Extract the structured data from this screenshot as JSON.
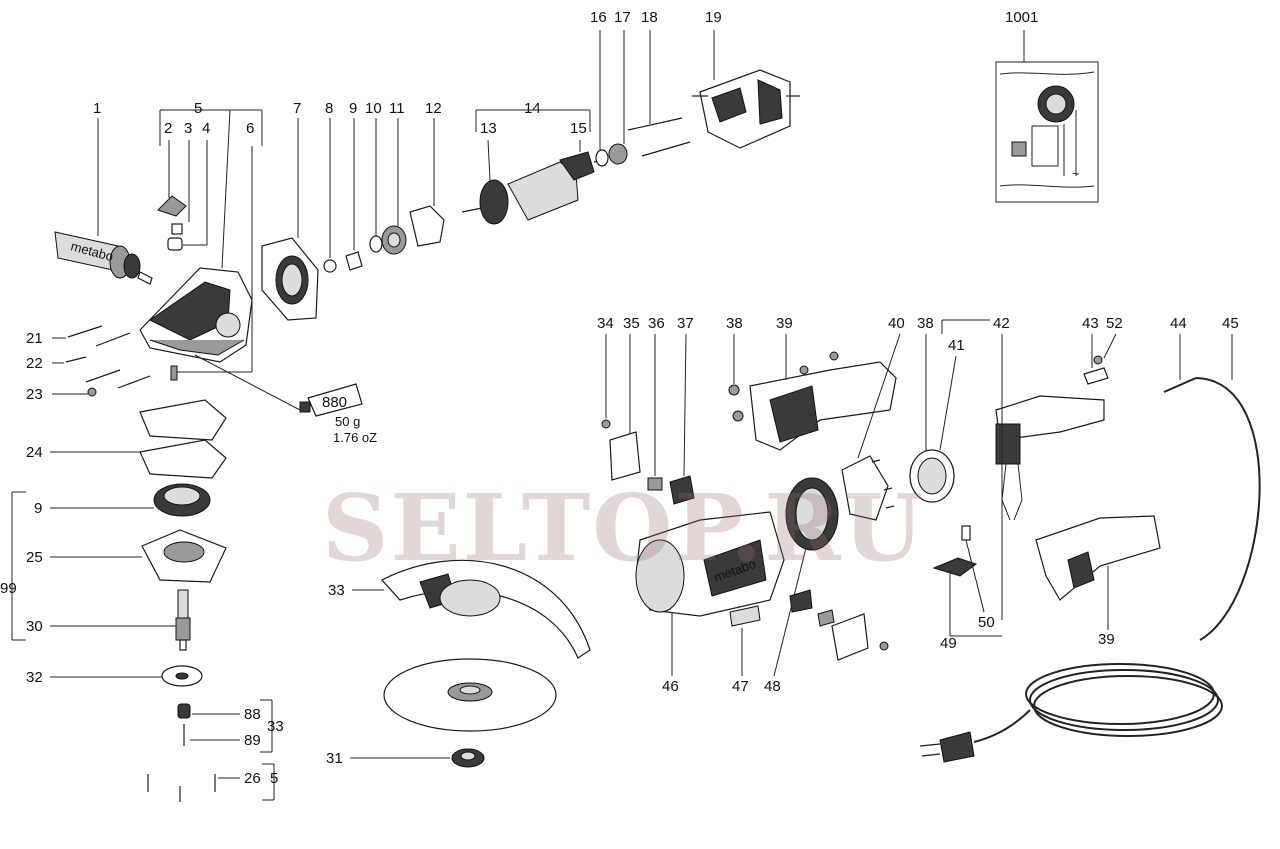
{
  "callouts": {
    "c1": "1",
    "c2": "2",
    "c3": "3",
    "c4": "4",
    "c5": "5",
    "c6": "6",
    "c7": "7",
    "c8": "8",
    "c9a": "9",
    "c10": "10",
    "c11": "11",
    "c12": "12",
    "c13": "13",
    "c14": "14",
    "c15": "15",
    "c16": "16",
    "c17": "17",
    "c18": "18",
    "c19": "19",
    "c1001": "1001",
    "c21": "21",
    "c22": "22",
    "c23": "23",
    "c24": "24",
    "c9b": "9",
    "c25": "25",
    "c30": "30",
    "c99": "99",
    "c32": "32",
    "c88": "88",
    "c33a": "33",
    "c89": "89",
    "c26": "26",
    "c5b": "5",
    "c33b": "33",
    "c31": "31",
    "c34": "34",
    "c35": "35",
    "c36": "36",
    "c37": "37",
    "c38a": "38",
    "c39a": "39",
    "c40": "40",
    "c38b": "38",
    "c41": "41",
    "c42": "42",
    "c43": "43",
    "c52": "52",
    "c44": "44",
    "c45": "45",
    "c46": "46",
    "c47": "47",
    "c48": "48",
    "c49": "49",
    "c50": "50",
    "c39b": "39"
  },
  "grease": {
    "tube_label": "880",
    "weight_g": "50 g",
    "weight_oz": "1.76 oZ"
  },
  "watermark": "SELTOP.RU"
}
